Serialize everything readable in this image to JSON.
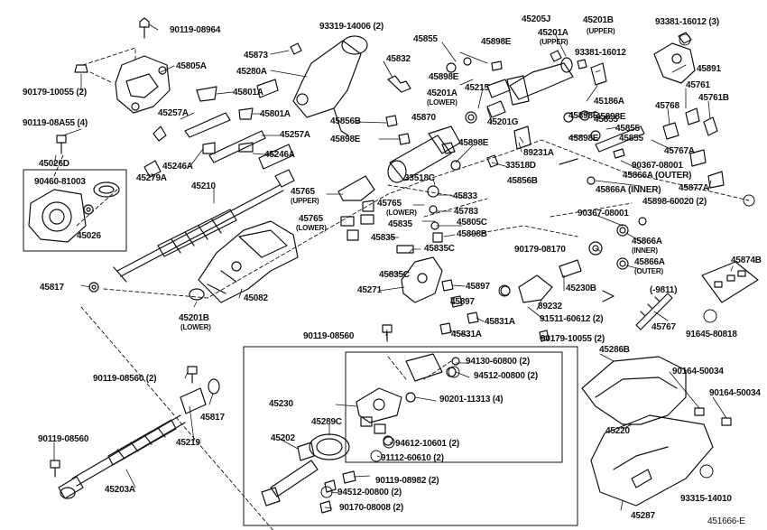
{
  "diagram": {
    "drawing_code": "451666-E",
    "labels": [
      "90119-08964",
      "45805A",
      "90179-10055 (2)",
      "90119-08A55 (4)",
      "45026D",
      "90460-81003",
      "45026",
      "45873",
      "45280A",
      "45801A",
      "45257A",
      "45801A",
      "45246A",
      "45279A",
      "45257A",
      "45246A",
      "45210",
      "45817",
      "45082",
      "45201B",
      "(LOWER)",
      "93319-14006 (2)",
      "45832",
      "45856B",
      "45898E",
      "45870",
      "45765",
      "(UPPER)",
      "45765",
      "(LOWER)",
      "45765",
      "(LOWER)",
      "45835",
      "45835",
      "45855",
      "45898E",
      "45898E",
      "45201A",
      "(LOWER)",
      "45215",
      "45201G",
      "45898E",
      "33518D",
      "89231A",
      "33518C",
      "45856B",
      "45833",
      "45783",
      "45805C",
      "45898B",
      "45835C",
      "45835C",
      "45271",
      "45897",
      "45897",
      "45831A",
      "45831A",
      "45205J",
      "45201A",
      "(UPPER)",
      "45201B",
      "(UPPER)",
      "45855",
      "45898E",
      "93381-16012 (3)",
      "93381-16012",
      "45891",
      "45186A",
      "45761",
      "45761B",
      "45768",
      "45898E",
      "45855",
      "45898E",
      "45855",
      "45767A",
      "90367-08001",
      "45866A (OUTER)",
      "45877A",
      "45866A (INNER)",
      "45898-60020 (2)",
      "90367-08001",
      "45866A",
      "(INNER)",
      "90179-08170",
      "45866A",
      "(OUTER)",
      "45230B",
      "89232",
      "(-9811)",
      "45874B",
      "45767",
      "91511-60612 (2)",
      "91645-80818",
      "90179-10055 (2)",
      "90119-08560",
      "90119-08560 (2)",
      "45817",
      "45219",
      "90119-08560",
      "45203A",
      "45230",
      "45289C",
      "45202",
      "94130-60800 (2)",
      "94512-00800 (2)",
      "90201-11313 (4)",
      "94612-10601 (2)",
      "91112-60610 (2)",
      "90119-08982 (2)",
      "94512-00800 (2)",
      "90170-08008 (2)",
      "45286B",
      "45220",
      "90164-50034",
      "90164-50034",
      "45287",
      "93315-14010"
    ]
  }
}
